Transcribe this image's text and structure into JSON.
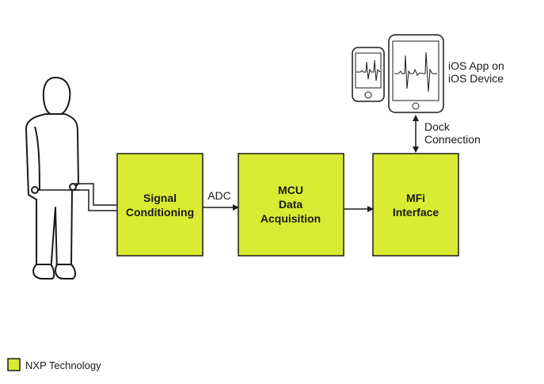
{
  "blocks": {
    "signal_conditioning": {
      "line1": "Signal",
      "line2": "Conditioning"
    },
    "mcu": {
      "line1": "MCU",
      "line2": "Data",
      "line3": "Acquisition"
    },
    "mfi": {
      "line1": "MFi",
      "line2": "Interface"
    }
  },
  "connections": {
    "adc": "ADC",
    "dock_line1": "Dock",
    "dock_line2": "Connection"
  },
  "device": {
    "line1": "iOS App on",
    "line2": "iOS Device"
  },
  "legend": {
    "label": "NXP Technology"
  },
  "colors": {
    "block_fill": "#d9ec33",
    "stroke": "#1a1a1a"
  }
}
